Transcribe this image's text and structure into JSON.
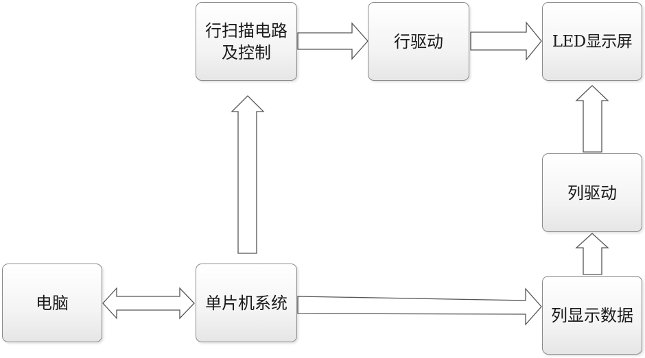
{
  "diagram": {
    "nodes": {
      "scan": "行扫描电路及控制",
      "row_drive": "行驱动",
      "led": "LED显示屏",
      "col_drive": "列驱动",
      "pc": "电脑",
      "mcu": "单片机系统",
      "col_data": "列显示数据"
    },
    "edges": [
      {
        "from": "scan",
        "to": "row_drive",
        "direction": "forward"
      },
      {
        "from": "row_drive",
        "to": "led",
        "direction": "forward"
      },
      {
        "from": "col_drive",
        "to": "led",
        "direction": "forward"
      },
      {
        "from": "col_data",
        "to": "col_drive",
        "direction": "forward"
      },
      {
        "from": "mcu",
        "to": "scan",
        "direction": "forward"
      },
      {
        "from": "mcu",
        "to": "col_data",
        "direction": "forward"
      },
      {
        "from": "pc",
        "to": "mcu",
        "direction": "bidirectional"
      }
    ],
    "colors": {
      "border": "#8a8a8a",
      "arrow_stroke": "#555555",
      "fill_top": "#ffffff",
      "fill_bottom": "#e6e6e6"
    }
  }
}
